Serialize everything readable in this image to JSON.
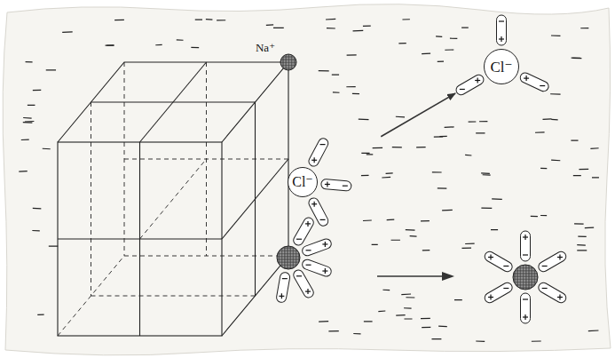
{
  "diagram": {
    "nodes": [
      {
        "text": [
          "Na⁺"
        ]
      },
      {
        "text": [
          "Cl⁻"
        ]
      },
      {
        "text": [
          "Cl⁻"
        ]
      }
    ],
    "edges": [
      {
        "from": 1,
        "to": 2,
        "arrow": "to"
      }
    ]
  }
}
